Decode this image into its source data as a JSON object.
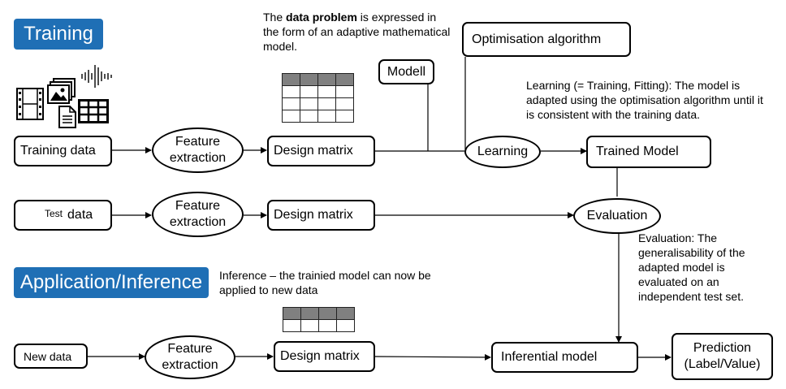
{
  "sections": {
    "training": "Training",
    "application": "Application/Inference"
  },
  "notes": {
    "data_problem_bold": "data problem",
    "data_problem_pre": "The ",
    "data_problem_post": " is expressed in the form of an adaptive mathematical model.",
    "learning": "Learning (= Training, Fitting): The model is adapted  using the optimisation algorithm until it is consistent with the training data.",
    "evaluation": "Evaluation: The generalisability of the adapted model is evaluated on an independent test set.",
    "inference": "Inference – the trainied model can now be applied to new data"
  },
  "nodes": {
    "training_data": "Training data",
    "test_data_small": "Test",
    "test_data_main": "data",
    "new_data": "New data",
    "feature_extraction_1": "Feature extraction",
    "feature_extraction_2": "Feature extraction",
    "feature_extraction_3": "Feature extraction",
    "design_matrix_1": "Design matrix",
    "design_matrix_2": "Design matrix",
    "design_matrix_3": "Design matrix",
    "modell": "Modell",
    "optimisation": "Optimisation algorithm",
    "learning": "Learning",
    "trained_model": "Trained Model",
    "evaluation": "Evaluation",
    "inferential_model": "Inferential model",
    "prediction": "Prediction (Label/Value)"
  },
  "icons": [
    "film-icon",
    "image-icon",
    "audio-wave-icon",
    "document-icon",
    "table-icon"
  ],
  "colors": {
    "badge": "#1f6fb5",
    "matrix_header": "#808080"
  }
}
